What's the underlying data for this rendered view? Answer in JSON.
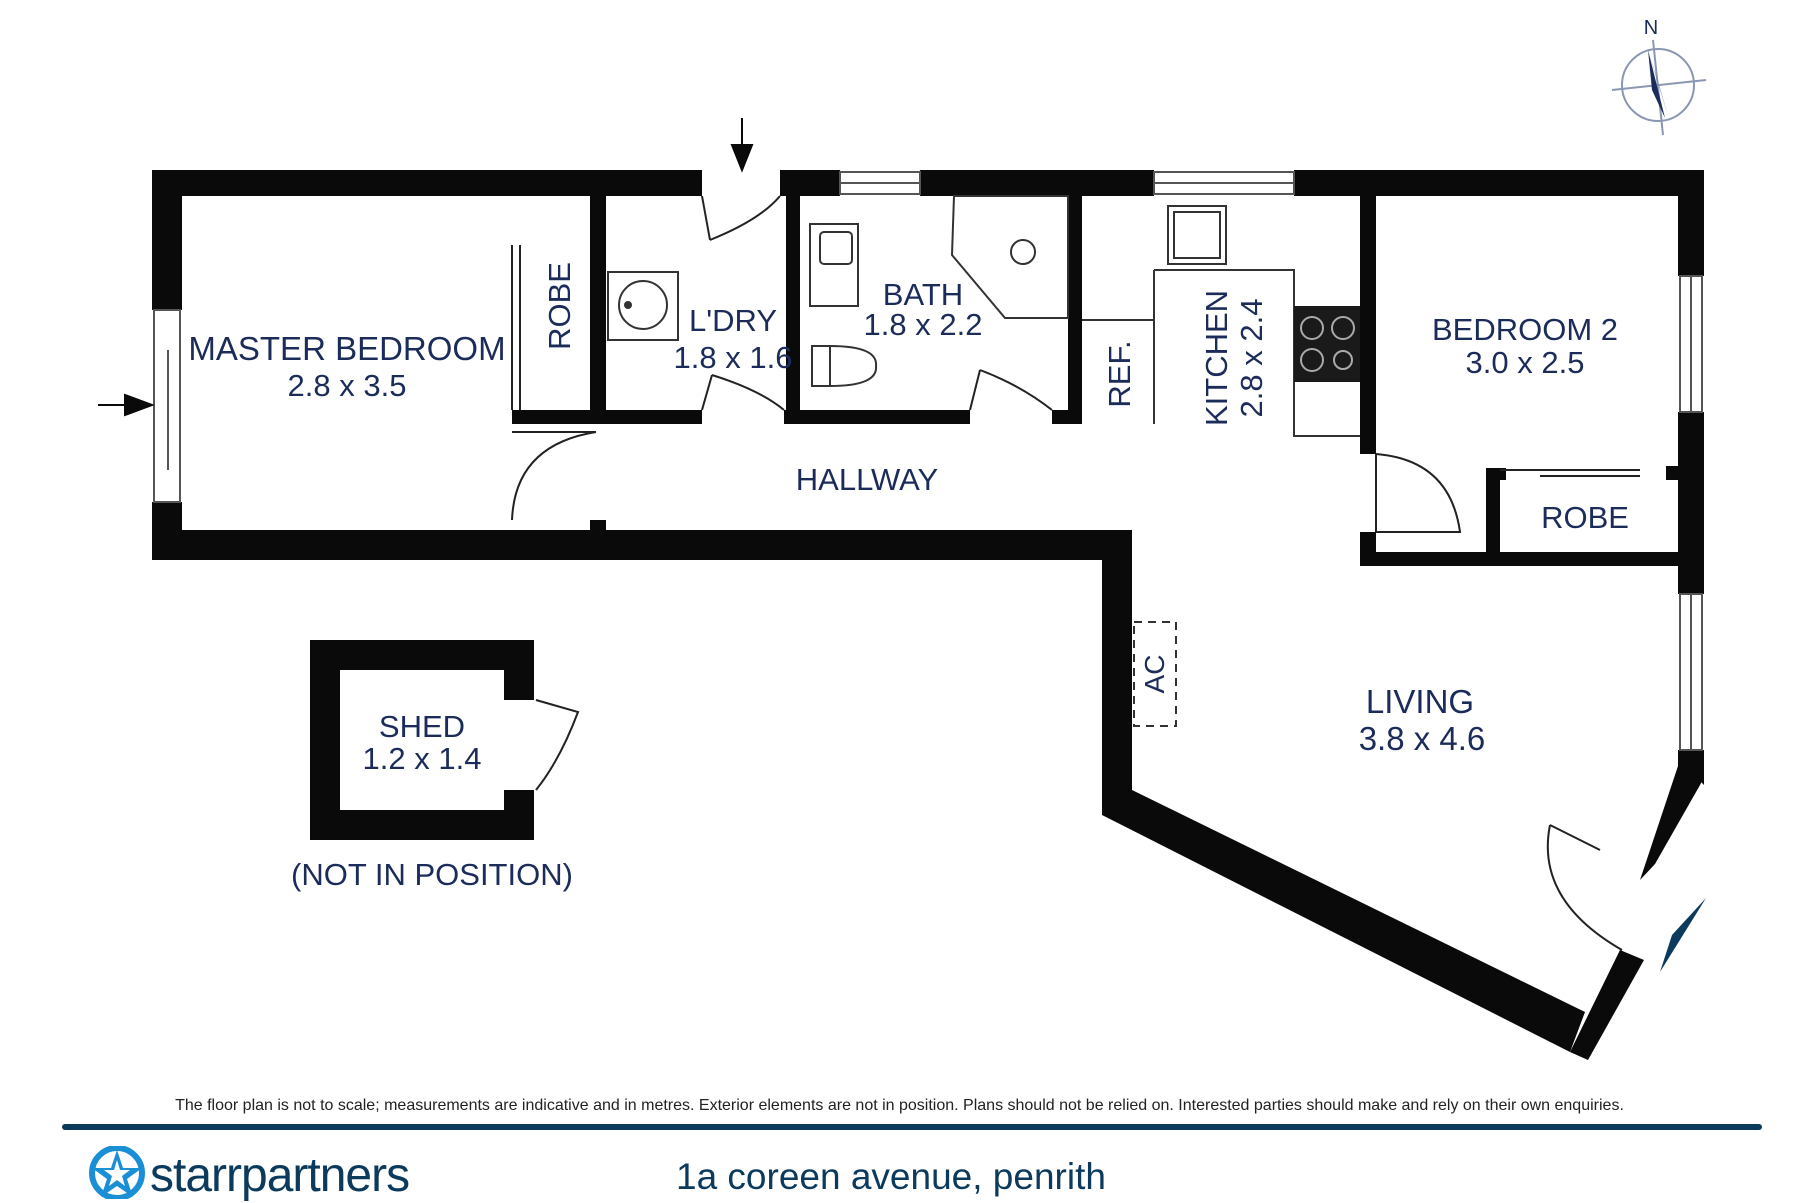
{
  "compass": {
    "north_label": "N"
  },
  "rooms": {
    "master_bedroom": {
      "name": "MASTER BEDROOM",
      "size": "2.8 x 3.5"
    },
    "robe_master": {
      "name": "ROBE"
    },
    "laundry": {
      "name": "L'DRY",
      "size": "1.8 x 1.6"
    },
    "bath": {
      "name": "BATH",
      "size": "1.8 x 2.2"
    },
    "ref": {
      "name": "REF."
    },
    "kitchen": {
      "name": "KITCHEN",
      "size": "2.8 x 2.4"
    },
    "bedroom2": {
      "name": "BEDROOM 2",
      "size": "3.0 x 2.5"
    },
    "robe_bed2": {
      "name": "ROBE"
    },
    "hallway": {
      "name": "HALLWAY"
    },
    "ac": {
      "name": "AC"
    },
    "living": {
      "name": "LIVING",
      "size": "3.8 x 4.6"
    },
    "shed": {
      "name": "SHED",
      "size": "1.2 x 1.4"
    }
  },
  "shed_note": "(NOT IN POSITION)",
  "disclaimer": "The floor plan is not to scale; measurements are indicative and in metres. Exterior elements are not in position. Plans should not be relied on. Interested parties should make and rely on their own enquiries.",
  "brand": "starrpartners",
  "address": "1a coreen avenue, penrith",
  "colors": {
    "wall": "#0a0a0a",
    "label": "#1c2c5a",
    "brand": "#0b3a5c"
  }
}
